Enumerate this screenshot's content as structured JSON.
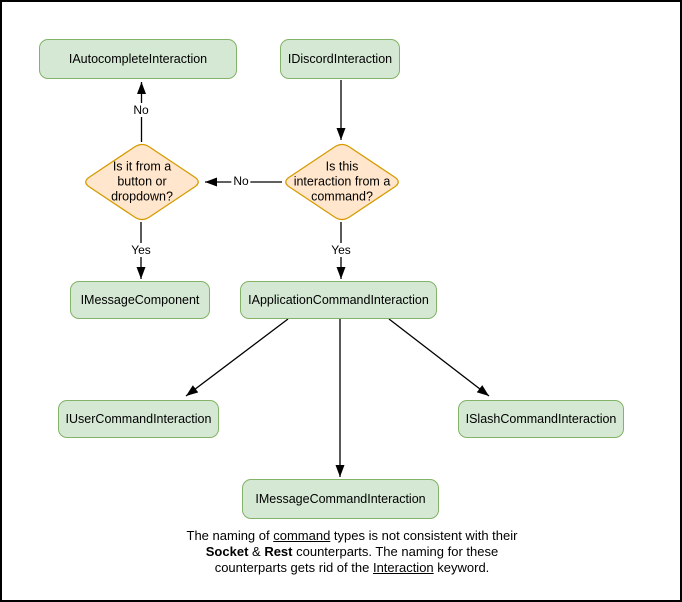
{
  "colors": {
    "background": "#ffffff",
    "border": "#000000",
    "node_fill": "#d5e8d4",
    "node_stroke": "#82b366",
    "decision_fill": "#ffe6cc",
    "decision_stroke": "#d79b00",
    "arrow": "#000000",
    "text": "#000000"
  },
  "nodes": {
    "autocomplete": {
      "label": "IAutocompleteInteraction"
    },
    "discord": {
      "label": "IDiscordInteraction"
    },
    "message_component": {
      "label": "IMessageComponent"
    },
    "application_command": {
      "label": "IApplicationCommandInteraction"
    },
    "user_command": {
      "label": "IUserCommandInteraction"
    },
    "slash_command": {
      "label": "ISlashCommandInteraction"
    },
    "message_command": {
      "label": "IMessageCommandInteraction"
    }
  },
  "decisions": {
    "button_dropdown": {
      "line1": "Is it from a",
      "line2": "button or",
      "line3": "dropdown?"
    },
    "from_command": {
      "line1": "Is this",
      "line2": "interaction from a",
      "line3": "command?"
    }
  },
  "edge_labels": {
    "no_to_autocomplete": "No",
    "no_between_decisions": "No",
    "yes_to_message_component": "Yes",
    "yes_to_application_command": "Yes"
  },
  "footer": {
    "line1": {
      "a": "The naming of ",
      "underlined": "command",
      "b": " types is not consistent with their"
    },
    "line2": {
      "bold1": "Socket",
      "amp": " & ",
      "bold2": "Rest",
      "b": " counterparts. The naming for these"
    },
    "line3": {
      "a": "counterparts gets rid of the ",
      "underlined": "Interaction",
      "b": " keyword."
    }
  }
}
